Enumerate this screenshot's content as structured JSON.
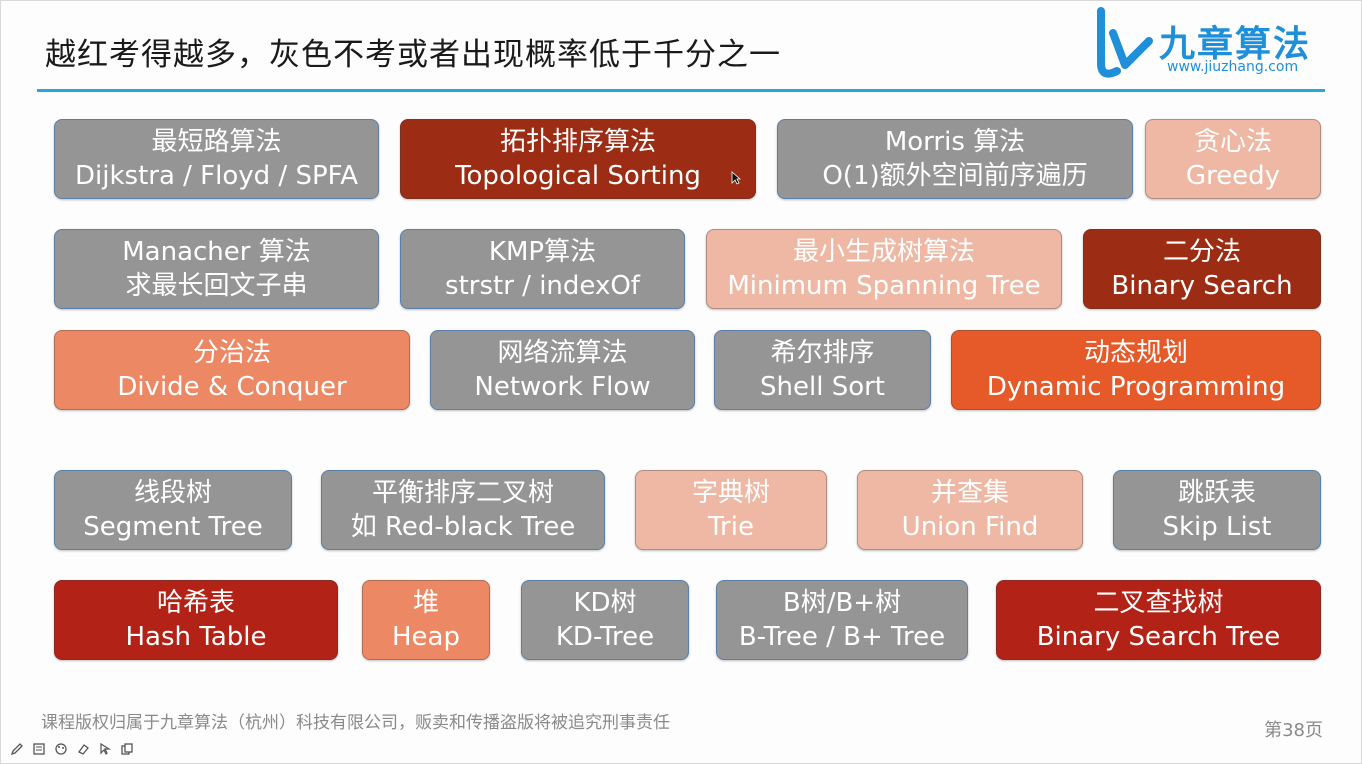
{
  "slide": {
    "title": "越红考得越多，灰色不考或者出现概率低于千分之一",
    "logo_text": "九章算法",
    "logo_url": "www.jiuzhang.com",
    "footer": "课程版权归属于九章算法（杭州）科技有限公司，贩卖和传播盗版将被追究刑事责任",
    "page_number": "第38页"
  },
  "colors": {
    "gray": "#959595",
    "dark": "#9c2d14",
    "light": "#efb8a5",
    "mid": "#ec8864",
    "red": "#b22216",
    "orange": "#e55a28",
    "accent": "#27a7e0"
  },
  "boxes": {
    "shortest_path": {
      "cn": "最短路算法",
      "en": "Dijkstra / Floyd / SPFA"
    },
    "topological": {
      "cn": "拓扑排序算法",
      "en": "Topological Sorting"
    },
    "morris": {
      "cn": "Morris 算法",
      "en": "O(1)额外空间前序遍历"
    },
    "greedy": {
      "cn": "贪心法",
      "en": "Greedy"
    },
    "manacher": {
      "cn": "Manacher 算法",
      "en": "求最长回文子串"
    },
    "kmp": {
      "cn": "KMP算法",
      "en": "strstr / indexOf"
    },
    "mst": {
      "cn": "最小生成树算法",
      "en": "Minimum Spanning Tree"
    },
    "binary_search": {
      "cn": "二分法",
      "en": "Binary Search"
    },
    "divide_conquer": {
      "cn": "分治法",
      "en": "Divide & Conquer"
    },
    "network_flow": {
      "cn": "网络流算法",
      "en": "Network Flow"
    },
    "shell_sort": {
      "cn": "希尔排序",
      "en": "Shell Sort"
    },
    "dp": {
      "cn": "动态规划",
      "en": "Dynamic Programming"
    },
    "segment_tree": {
      "cn": "线段树",
      "en": "Segment Tree"
    },
    "balanced_tree": {
      "cn": "平衡排序二叉树",
      "en": "如 Red-black Tree"
    },
    "trie": {
      "cn": "字典树",
      "en": "Trie"
    },
    "union_find": {
      "cn": "并查集",
      "en": "Union Find"
    },
    "skip_list": {
      "cn": "跳跃表",
      "en": "Skip List"
    },
    "hash_table": {
      "cn": "哈希表",
      "en": "Hash Table"
    },
    "heap": {
      "cn": "堆",
      "en": "Heap"
    },
    "kd_tree": {
      "cn": "KD树",
      "en": "KD-Tree"
    },
    "b_tree": {
      "cn": "B树/B+树",
      "en": "B-Tree / B+ Tree"
    },
    "bst": {
      "cn": "二叉查找树",
      "en": "Binary Search Tree"
    }
  },
  "toolbar": {
    "icons": [
      "pen-icon",
      "slides-icon",
      "palette-icon",
      "eraser-icon",
      "pointer-icon",
      "copy-icon"
    ]
  }
}
